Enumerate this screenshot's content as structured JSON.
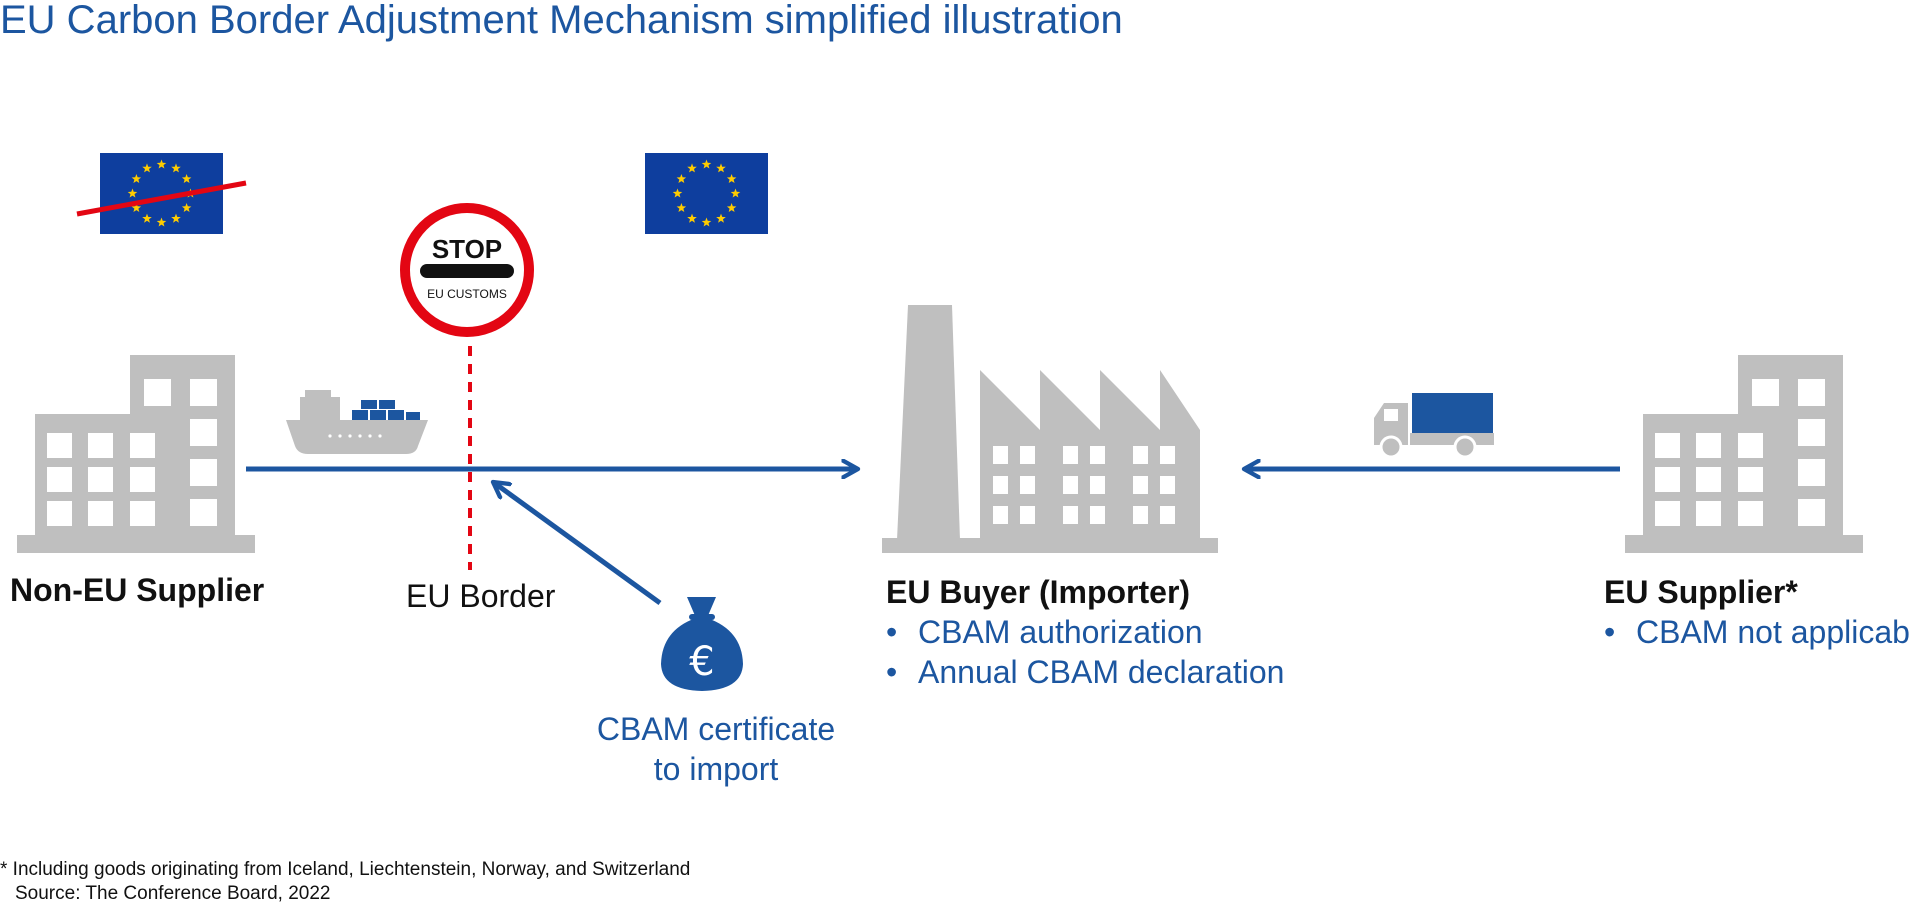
{
  "title": "EU Carbon Border Adjustment Mechanism simplified illustration",
  "stop_sign": {
    "word": "STOP",
    "subtext": "EU CUSTOMS"
  },
  "nodes": {
    "non_eu_supplier": {
      "label": "Non-EU Supplier"
    },
    "eu_border": {
      "label": "EU Border"
    },
    "certificate": {
      "label_line1": "CBAM certificate",
      "label_line2": "to import",
      "currency_symbol": "€"
    },
    "eu_buyer": {
      "label": "EU Buyer (Importer)",
      "bullets": [
        "CBAM authorization",
        "Annual CBAM declaration"
      ]
    },
    "eu_supplier": {
      "label": "EU Supplier*",
      "bullets": [
        "CBAM not applicab"
      ]
    }
  },
  "footnote": "* Including goods originating from Iceland, Liechtenstein, Norway, and Switzerland",
  "source": "Source: The Conference Board, 2022",
  "colors": {
    "accent_blue": "#1c56a0",
    "gray": "#bfbfbf",
    "stop_red": "#e30613",
    "eu_flag_blue": "#0e3e9e",
    "eu_star_yellow": "#ffcc00"
  },
  "icons": [
    "eu-flag-icon",
    "stop-sign-icon",
    "office-building-icon",
    "cargo-ship-icon",
    "factory-icon",
    "truck-icon",
    "money-bag-euro-icon"
  ]
}
